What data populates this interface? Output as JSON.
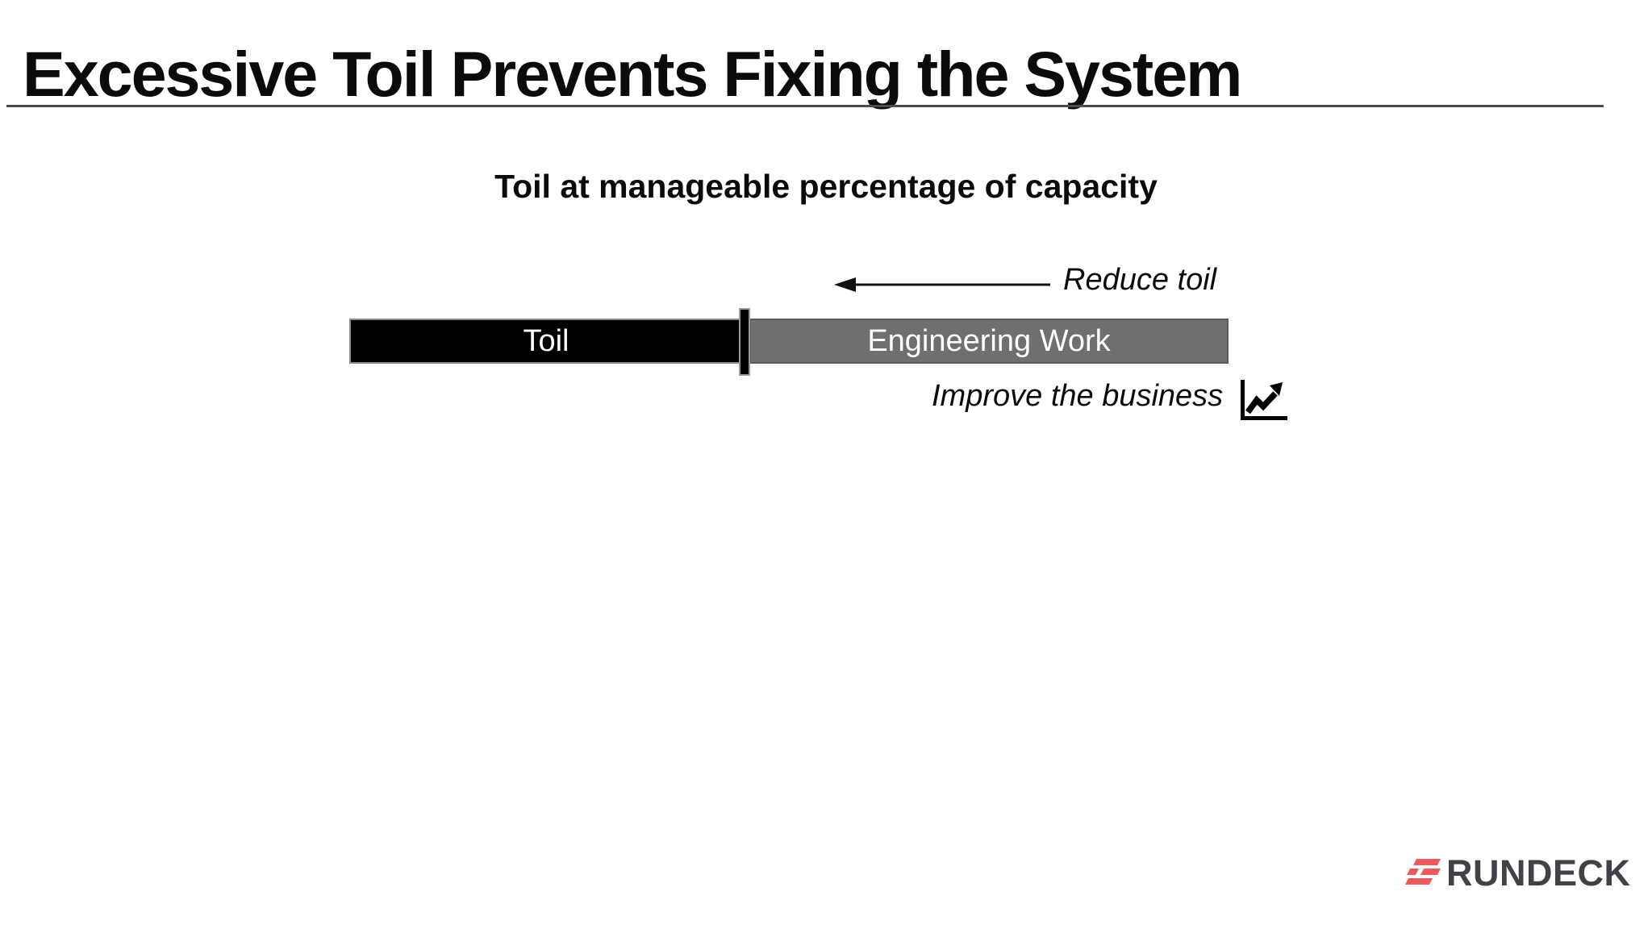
{
  "slide": {
    "title": "Excessive Toil Prevents Fixing the System",
    "subtitle": "Toil at manageable percentage of capacity",
    "annotations": {
      "reduce_toil_label": "Reduce toil",
      "improve_business_label": "Improve the business"
    },
    "capacity_bar": {
      "segments": [
        {
          "label": "Toil",
          "fill": "#000000",
          "text_color": "#ffffff",
          "width_pct": 44.8
        },
        {
          "label": "Engineering Work",
          "fill": "#6f6f6f",
          "text_color": "#ffffff",
          "width_pct": 55.2
        }
      ],
      "divider_color": "#000000"
    },
    "icons": {
      "reduce_toil_arrow": "left-arrow-icon",
      "improve_business": "chart-line-up-icon",
      "brand_mark": "rundeck-mark-icon"
    },
    "colors": {
      "title_underline": "#4c4c4c",
      "brand_accent": "#ed5a5c",
      "brand_text": "#3f4247"
    },
    "footer": {
      "brand": "RUNDECK"
    }
  }
}
